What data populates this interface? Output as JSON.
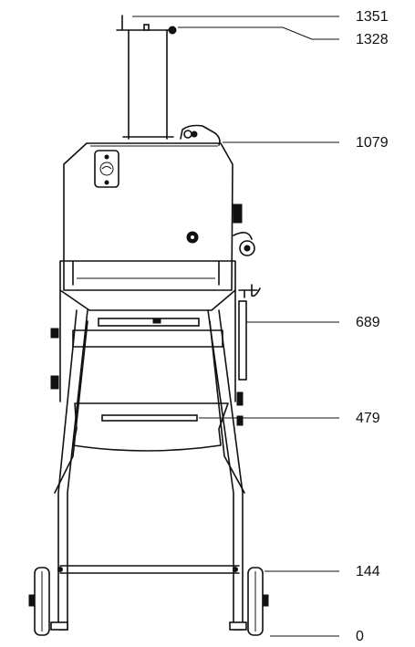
{
  "drawing": {
    "subject": "wheeled machine on frame, front elevation",
    "dimensions": [
      {
        "id": "top-of-post",
        "label": "1351"
      },
      {
        "id": "top-of-knob",
        "label": "1328"
      },
      {
        "id": "top-of-body",
        "label": "1079"
      },
      {
        "id": "table-height",
        "label": "689"
      },
      {
        "id": "shelf-height",
        "label": "479"
      },
      {
        "id": "axle-height",
        "label": "144"
      },
      {
        "id": "ground",
        "label": "0"
      }
    ]
  },
  "colors": {
    "line": "#111111",
    "background": "#ffffff"
  }
}
